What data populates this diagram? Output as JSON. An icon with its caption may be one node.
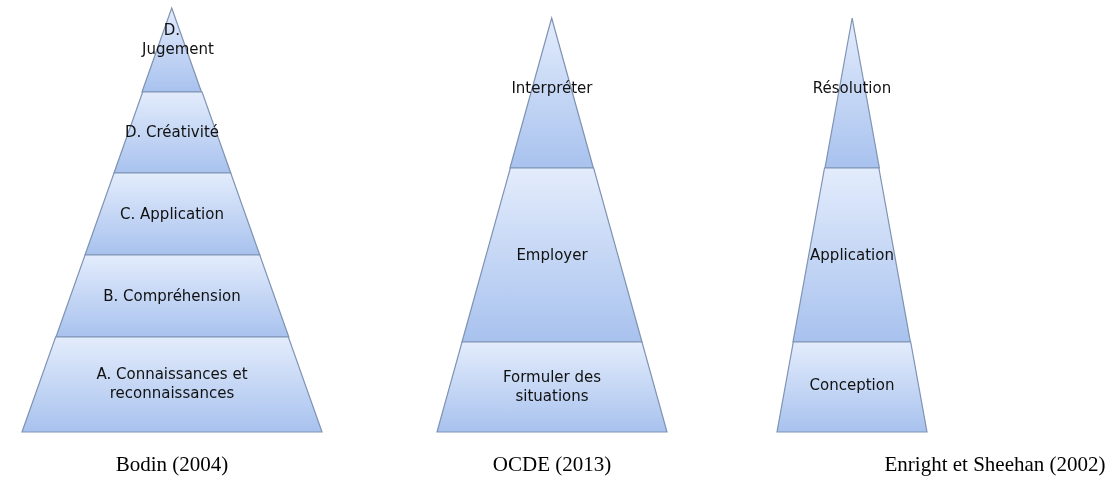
{
  "diagram": {
    "nodes": [
      {
        "text": [
          "D. Jugement"
        ]
      },
      {
        "text": [
          "D. Créativité"
        ]
      },
      {
        "text": [
          "C. Application"
        ]
      },
      {
        "text": [
          "B. Compréhension"
        ]
      },
      {
        "text": [
          "A. Connaissances et reconnaissances"
        ]
      },
      {
        "text": [
          "Interpréter"
        ]
      },
      {
        "text": [
          "Employer"
        ]
      },
      {
        "text": [
          "Formuler des situations"
        ]
      },
      {
        "text": [
          "Résolution"
        ]
      },
      {
        "text": [
          "Application"
        ]
      },
      {
        "text": [
          "Conception"
        ]
      }
    ],
    "edges": [],
    "labels": [
      "Bodin (2004)",
      "OCDE (2013)",
      "Enright et Sheehan (2002)"
    ]
  }
}
